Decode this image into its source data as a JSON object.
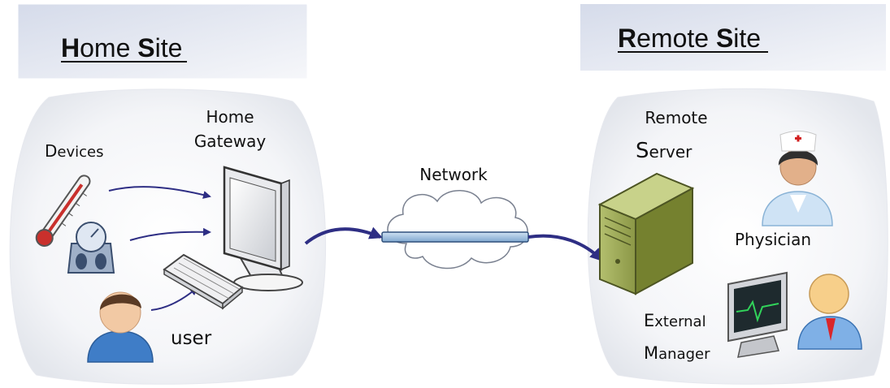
{
  "home_site": {
    "title_first": "H",
    "title_rest1": "ome ",
    "title_second": "S",
    "title_rest2": "ite"
  },
  "remote_site": {
    "title_first": "R",
    "title_rest1": "emote ",
    "title_second": "S",
    "title_rest2": "ite"
  },
  "labels": {
    "devices_first": "D",
    "devices_rest": "evices",
    "home_gateway_line1": "Home",
    "home_gateway_line2": "Gateway",
    "user": "user",
    "network": "Network",
    "remote_server_line1": "Remote",
    "remote_server_line2_first": "S",
    "remote_server_line2_rest": "erver",
    "physician": "Physician",
    "external_line1_first": "E",
    "external_line1_rest": "xternal",
    "manager_first": "M",
    "manager_rest": "anager"
  },
  "colors": {
    "arrow": "#2e2e84",
    "site_box": "#e4e7f1",
    "cloud_panel": "#eef0f4",
    "server_body": "#8e9b4d",
    "network_bar": "#a6c5e3"
  },
  "icons": [
    "thermometer-icon",
    "scale-icon",
    "user-person-icon",
    "desktop-monitor-icon",
    "keyboard-icon",
    "network-cloud-icon",
    "server-tower-icon",
    "nurse-physician-icon",
    "medical-monitor-icon",
    "manager-person-icon"
  ]
}
